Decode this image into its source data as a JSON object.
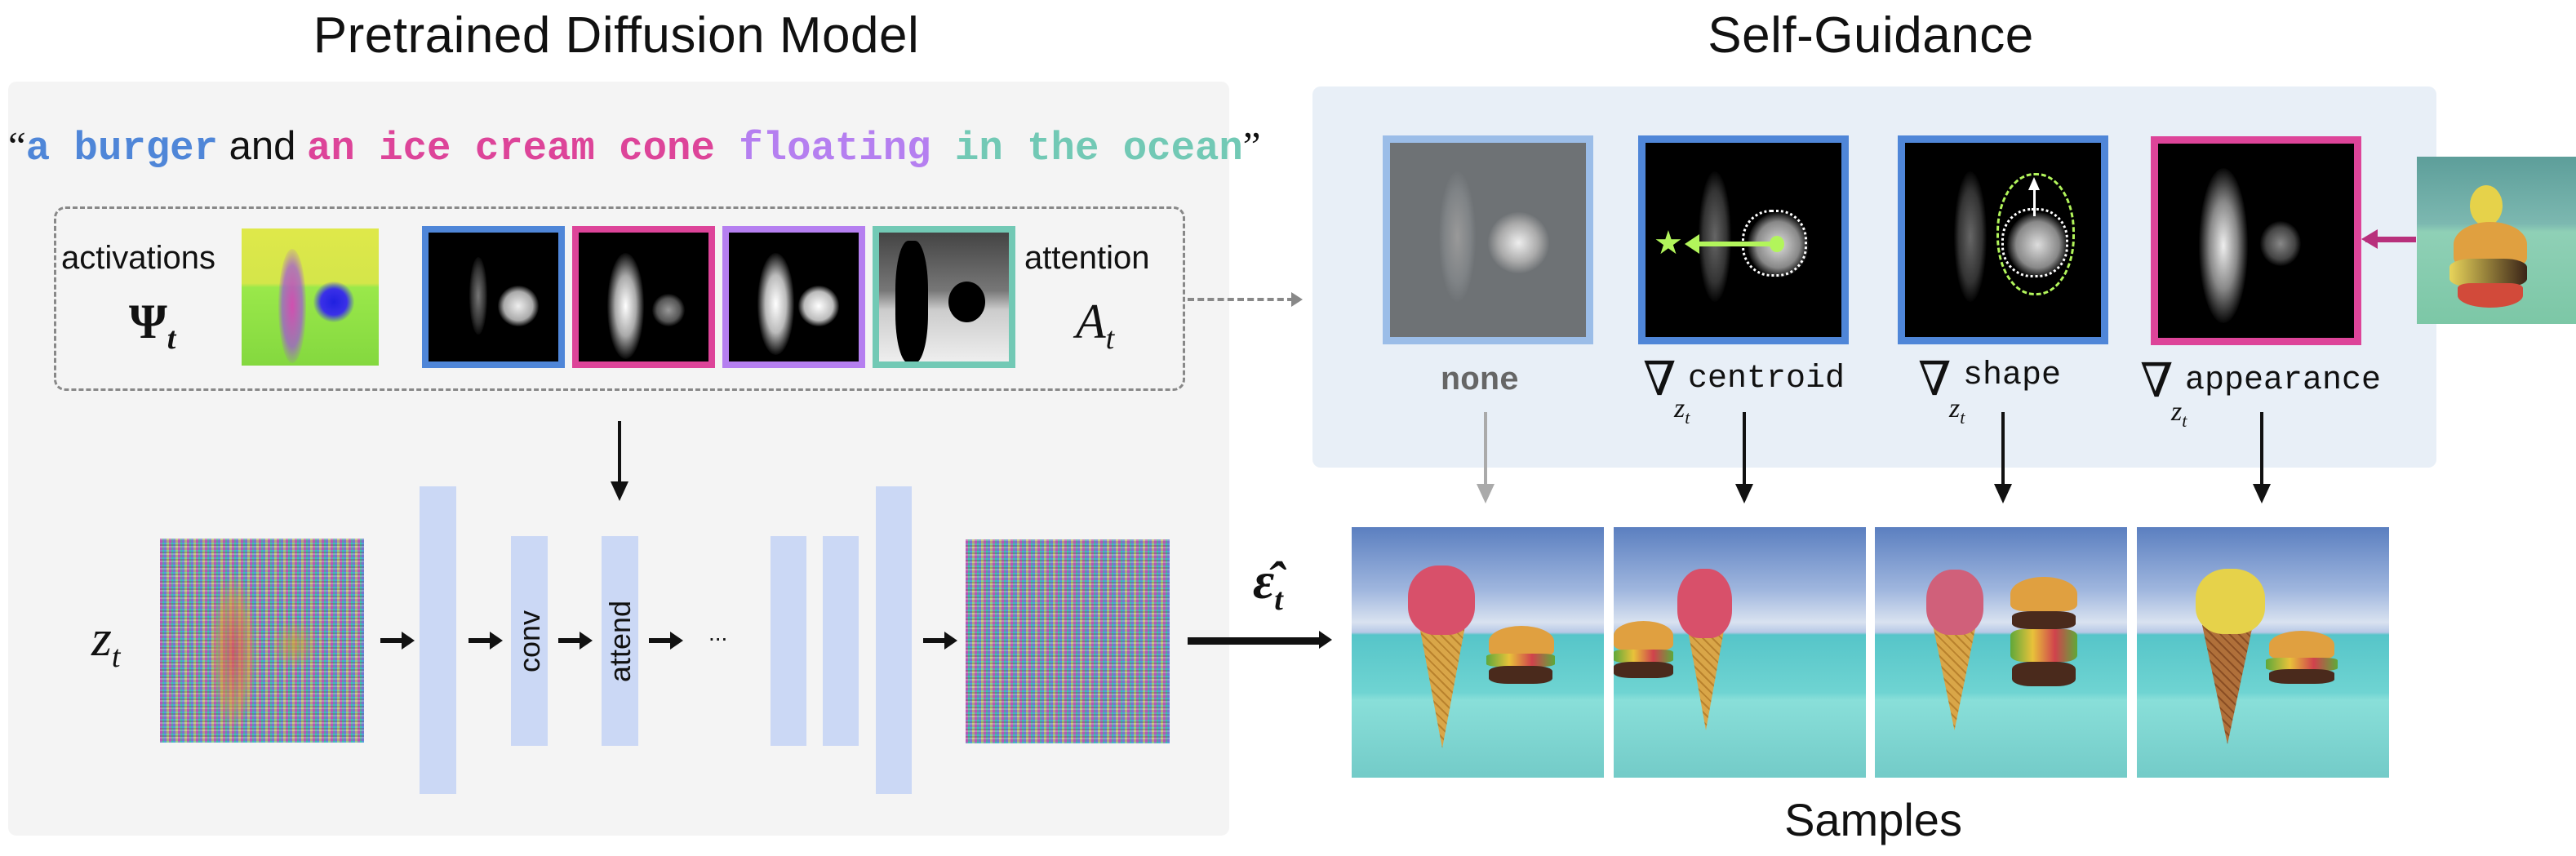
{
  "titles": {
    "left": "Pretrained Diffusion Model",
    "right": "Self-Guidance"
  },
  "prompt": {
    "open_quote": "“",
    "close_quote": "”",
    "segments": [
      {
        "text": "a burger",
        "color": "#4f86d8"
      },
      {
        "text": " and ",
        "color": "#111111"
      },
      {
        "text": "an ice cream cone",
        "color": "#dd4499"
      },
      {
        "text": " floating",
        "color": "#b57ff0"
      },
      {
        "text": " in the ocean",
        "color": "#72c9b5"
      }
    ]
  },
  "features": {
    "activations_label": "activations",
    "activations_symbol": "Ψ",
    "activations_sub": "t",
    "attention_label": "attention",
    "attention_symbol": "A",
    "attention_sub": "t"
  },
  "unet": {
    "input_symbol": "z",
    "input_sub": "t",
    "conv_label": "conv",
    "attend_label": "attend",
    "ellipsis": "...",
    "output_symbol": "ε̂",
    "output_sub": "t"
  },
  "guidance": {
    "nabla": "∇",
    "z": "z",
    "t": "t",
    "items": [
      {
        "label": "none",
        "border": "#9bbde8"
      },
      {
        "label": "centroid",
        "border": "#4f86d8"
      },
      {
        "label": "shape",
        "border": "#4f86d8"
      },
      {
        "label": "appearance",
        "border": "#dd4499"
      }
    ]
  },
  "samples_label": "Samples",
  "colors": {
    "blue": "#4f86d8",
    "pink": "#dd4499",
    "purple": "#b57ff0",
    "teal": "#72c9b5",
    "layer": "#cbd8f5"
  }
}
